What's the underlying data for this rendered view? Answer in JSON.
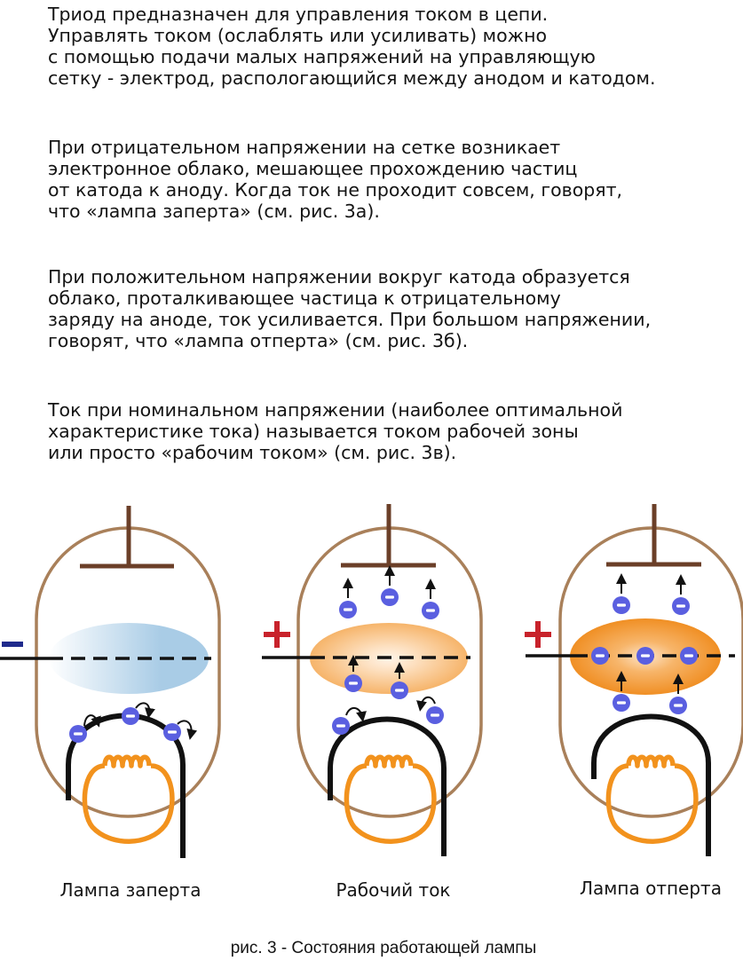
{
  "paragraphs": [
    "Триод предназначен для управления током в цепи.\nУправлять током (ослаблять или усиливать) можно\nс помощью подачи малых напряжений на управляющую\nсетку - электрод, распологающийся между анодом и катодом.",
    "При отрицательном напряжении на сетке возникает\nэлектронное облако, мешающее прохождению частиц\nот катода к аноду. Когда ток не проходит совсем, говорят,\nчто «лампа заперта» (см. рис. 3а).",
    "При положительном напряжении вокруг катода образуется\nоблако, проталкивающее частица к отрицательному\nзаряду на аноде, ток усиливается. При большом напряжении,\nговорят, что «лампа отперта» (см. рис. 3б).",
    "Ток при номинальном напряжении (наиболее оптимальной\nхарактеристике тока) называется током рабочей зоны\nили просто «рабочим током» (см. рис. 3в)."
  ],
  "lamps": [
    {
      "label": "Лампа заперта",
      "grid_sign": "–",
      "sign_color": "#1f2a8c"
    },
    {
      "label": "Рабочий ток",
      "grid_sign": "+",
      "sign_color": "#c8222b"
    },
    {
      "label": "Лампа отперта",
      "grid_sign": "+",
      "sign_color": "#c8222b"
    }
  ],
  "figure_caption": "рис. 3 - Состояния работающей лампы",
  "colors": {
    "bulb_outline": "#a9805a",
    "anode": "#6b3f28",
    "filament": "#f2921d",
    "electron": "#5a5fe0",
    "cloud_negative": "#a9cce6",
    "cloud_positive": "#f6b46a",
    "cloud_positive_strong": "#f08f24"
  }
}
